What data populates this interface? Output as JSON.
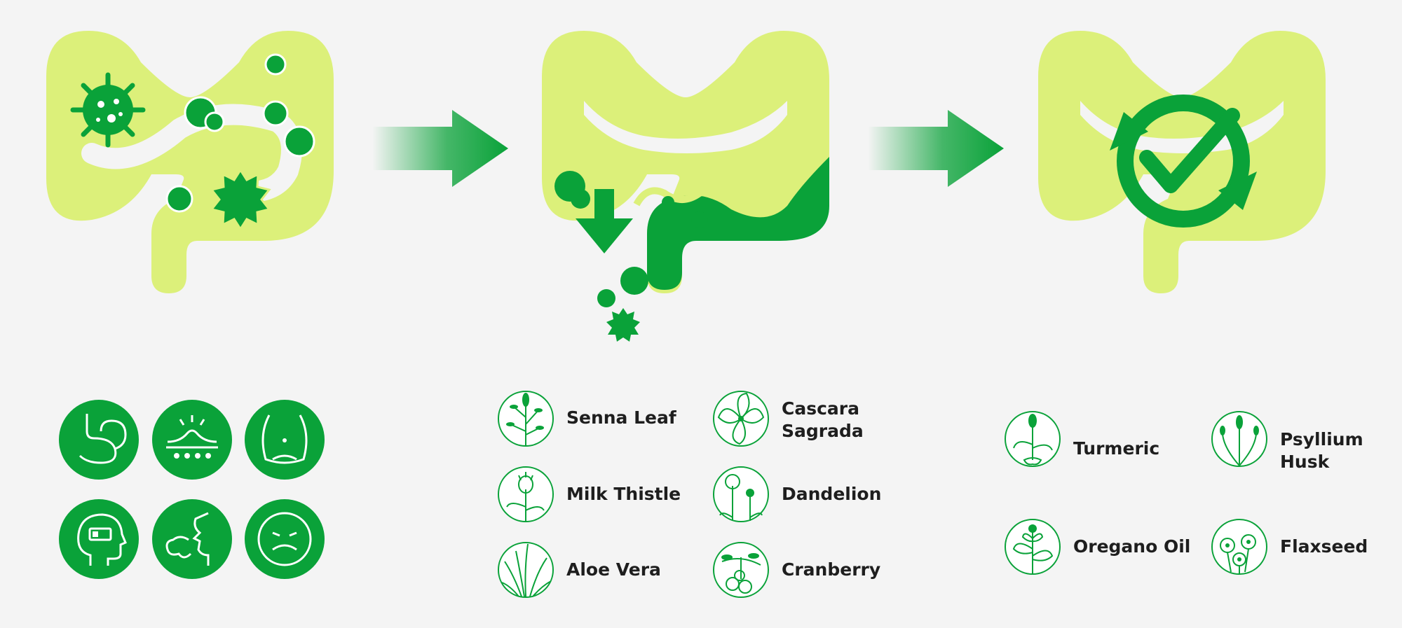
{
  "colors": {
    "background": "#f4f4f4",
    "light_green": "#dcf07a",
    "brand_green": "#0aa239",
    "dark_green": "#07902f",
    "label_text": "#1e1e1e"
  },
  "stages": [
    {
      "name": "infected-colon",
      "icons": [
        "virus-icon",
        "bacteria-icon",
        "bubble-icons"
      ]
    },
    {
      "name": "cleansing-colon",
      "icons": [
        "down-arrow-icon",
        "bubble-icons",
        "germ-icon"
      ]
    },
    {
      "name": "healthy-colon",
      "icons": [
        "refresh-check-icon"
      ]
    }
  ],
  "symptoms": [
    {
      "icon": "stomach-icon"
    },
    {
      "icon": "skin-rash-icon"
    },
    {
      "icon": "bloated-belly-icon"
    },
    {
      "icon": "low-energy-head-icon"
    },
    {
      "icon": "bad-breath-icon"
    },
    {
      "icon": "sad-face-icon"
    }
  ],
  "cleanse_ingredients": [
    {
      "label": "Senna Leaf",
      "icon": "senna-plant-icon"
    },
    {
      "label": "Cascara\nSagrada",
      "icon": "cascara-leaf-icon"
    },
    {
      "label": "Milk Thistle",
      "icon": "thistle-plant-icon"
    },
    {
      "label": "Dandelion",
      "icon": "dandelion-plant-icon"
    },
    {
      "label": "Aloe Vera",
      "icon": "aloe-plant-icon"
    },
    {
      "label": "Cranberry",
      "icon": "cranberry-plant-icon"
    }
  ],
  "restore_ingredients": [
    {
      "label": "Turmeric",
      "icon": "turmeric-plant-icon"
    },
    {
      "label": "Psyllium\nHusk",
      "icon": "psyllium-plant-icon"
    },
    {
      "label": "Oregano Oil",
      "icon": "oregano-plant-icon"
    },
    {
      "label": "Flaxseed",
      "icon": "flax-plant-icon"
    }
  ]
}
